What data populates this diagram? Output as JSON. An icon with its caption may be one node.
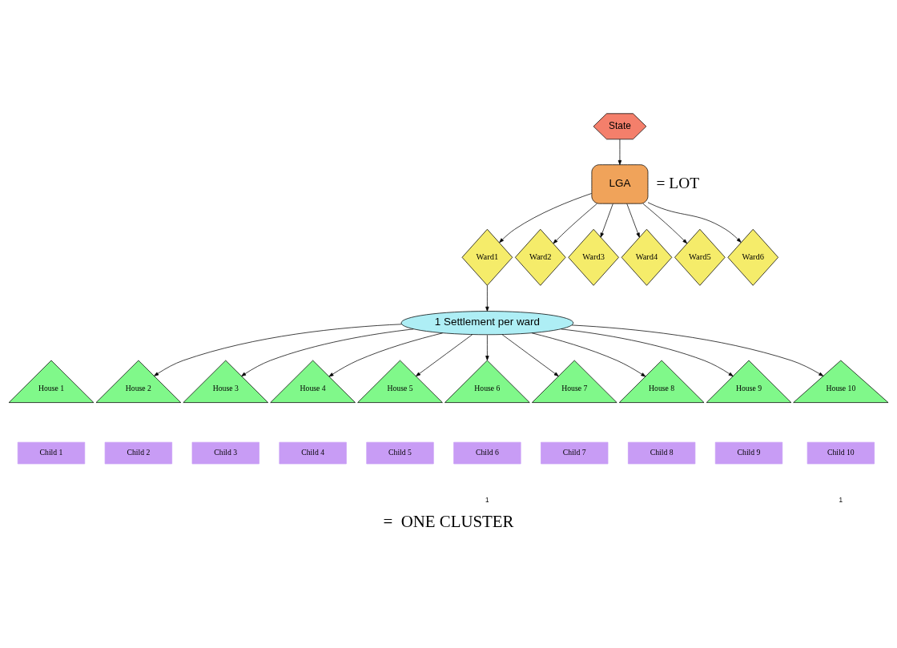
{
  "diagram": {
    "caption": "=  ONE CLUSTER",
    "nodes": [
      {
        "text": [
          "State"
        ]
      },
      {
        "text": [
          "LGA"
        ],
        "beside": [
          "= LOT"
        ]
      },
      {
        "text": [
          "Ward1"
        ]
      },
      {
        "text": [
          "Ward2"
        ]
      },
      {
        "text": [
          "Ward3"
        ]
      },
      {
        "text": [
          "Ward4"
        ]
      },
      {
        "text": [
          "Ward5"
        ]
      },
      {
        "text": [
          "Ward6"
        ]
      },
      {
        "text": [
          "1 Settlement per ward"
        ]
      },
      {
        "text": [
          "House 1"
        ]
      },
      {
        "text": [
          "House 2"
        ]
      },
      {
        "text": [
          "House 3"
        ]
      },
      {
        "text": [
          "House 4"
        ]
      },
      {
        "text": [
          "House 5"
        ]
      },
      {
        "text": [
          "House 6"
        ]
      },
      {
        "text": [
          "House 7"
        ]
      },
      {
        "text": [
          "House 8"
        ]
      },
      {
        "text": [
          "House 9"
        ]
      },
      {
        "text": [
          "House 10"
        ]
      },
      {
        "text": [
          "Child 1"
        ]
      },
      {
        "text": [
          "Child 2"
        ]
      },
      {
        "text": [
          "Child 3"
        ]
      },
      {
        "text": [
          "Child 4"
        ]
      },
      {
        "text": [
          "Child 5"
        ]
      },
      {
        "text": [
          "Child 6"
        ]
      },
      {
        "text": [
          "Child 7"
        ]
      },
      {
        "text": [
          "Child 8"
        ]
      },
      {
        "text": [
          "Child 9"
        ]
      },
      {
        "text": [
          "Child 10"
        ]
      }
    ],
    "edges": [
      {
        "from": 0,
        "to": 1,
        "arrow": "to"
      },
      {
        "from": 1,
        "to": 2,
        "arrow": "to"
      },
      {
        "from": 1,
        "to": 3,
        "arrow": "to"
      },
      {
        "from": 1,
        "to": 4,
        "arrow": "to"
      },
      {
        "from": 1,
        "to": 5,
        "arrow": "to"
      },
      {
        "from": 1,
        "to": 6,
        "arrow": "to"
      },
      {
        "from": 1,
        "to": 7,
        "arrow": "to"
      },
      {
        "from": 2,
        "to": 8,
        "arrow": "to"
      },
      {
        "from": 8,
        "to": 10,
        "arrow": "to"
      },
      {
        "from": 8,
        "to": 11,
        "arrow": "to"
      },
      {
        "from": 8,
        "to": 12,
        "arrow": "to"
      },
      {
        "from": 8,
        "to": 13,
        "arrow": "to"
      },
      {
        "from": 8,
        "to": 14,
        "arrow": "to"
      },
      {
        "from": 8,
        "to": 15,
        "arrow": "to"
      },
      {
        "from": 8,
        "to": 16,
        "arrow": "to"
      },
      {
        "from": 8,
        "to": 17,
        "arrow": "to"
      },
      {
        "from": 8,
        "to": 18,
        "arrow": "to"
      }
    ],
    "labels": [
      "1",
      "1"
    ]
  }
}
